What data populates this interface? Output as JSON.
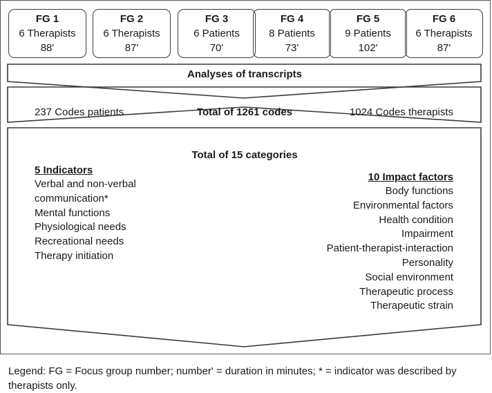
{
  "focus_groups": [
    {
      "title": "FG 1",
      "participants": "6 Therapists",
      "duration": "88'"
    },
    {
      "title": "FG 2",
      "participants": "6 Therapists",
      "duration": "87'"
    },
    {
      "title": "FG 3",
      "participants": "6 Patients",
      "duration": "70'"
    },
    {
      "title": "FG 4",
      "participants": "8 Patients",
      "duration": "73'"
    },
    {
      "title": "FG 5",
      "participants": "9 Patients",
      "duration": "102'"
    },
    {
      "title": "FG 6",
      "participants": "6 Therapists",
      "duration": "87'"
    }
  ],
  "analysis": {
    "label": "Analyses of transcripts"
  },
  "codes": {
    "patients": "237 Codes patients",
    "total": "Total of 1261 codes",
    "therapists": "1024 Codes therapists"
  },
  "categories": {
    "total": "Total of 15 categories",
    "indicators": {
      "heading": "5 Indicators",
      "items": [
        "Verbal and non-verbal",
        "communication*",
        "Mental functions",
        "Physiological needs",
        "Recreational needs",
        "Therapy initiation"
      ]
    },
    "impact_factors": {
      "heading": "10 Impact factors",
      "items": [
        "Body functions",
        "Environmental factors",
        "Health condition",
        "Impairment",
        "Patient-therapist-interaction",
        "Personality",
        "Social environment",
        "Therapeutic process",
        "Therapeutic strain"
      ]
    }
  },
  "legend": "Legend: FG = Focus group number; number' = duration in minutes; * = indicator was described by therapists only."
}
